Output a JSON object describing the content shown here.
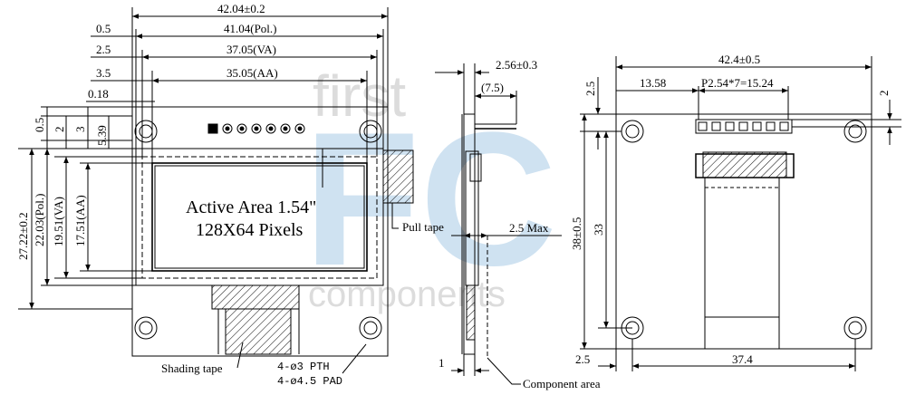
{
  "watermark": {
    "first": "first",
    "fc": "FC",
    "components": "components"
  },
  "front_view": {
    "width_total": "42.04±0.2",
    "width_pol": "41.04(Pol.)",
    "width_va": "37.05(VA)",
    "width_aa": "35.05(AA)",
    "offset_pol": "0.5",
    "offset_va": "2.5",
    "offset_aa": "3.5",
    "offset_018": "0.18",
    "height_total": "27.22±0.2",
    "height_pol": "22.03(Pol.)",
    "height_va": "19.51(VA)",
    "height_aa": "17.51(AA)",
    "top_05": "0.5",
    "top_2": "2",
    "top_3": "3",
    "top_539": "5.39",
    "active_area_line1": "Active Area 1.54\"",
    "active_area_line2": "128X64 Pixels",
    "shading_tape": "Shading tape",
    "pull_tape": "Pull tape",
    "holes_pth": "4-ø3 PTH",
    "holes_pad": "4-ø4.5 PAD"
  },
  "side_view": {
    "pin_length": "2.56±0.3",
    "pin_offset": "(7.5)",
    "max_thickness": "2.5 Max",
    "pcb_thickness": "1",
    "component_area": "Component area"
  },
  "back_view": {
    "width_total": "42.4±0.5",
    "header_offset": "13.58",
    "pitch": "P2.54*7=15.24",
    "top_offset": "2.5",
    "right_offset": "2",
    "height_total": "38±0.5",
    "hole_spacing_v": "33",
    "bottom_left": "2.5",
    "hole_spacing_h": "37.4"
  }
}
